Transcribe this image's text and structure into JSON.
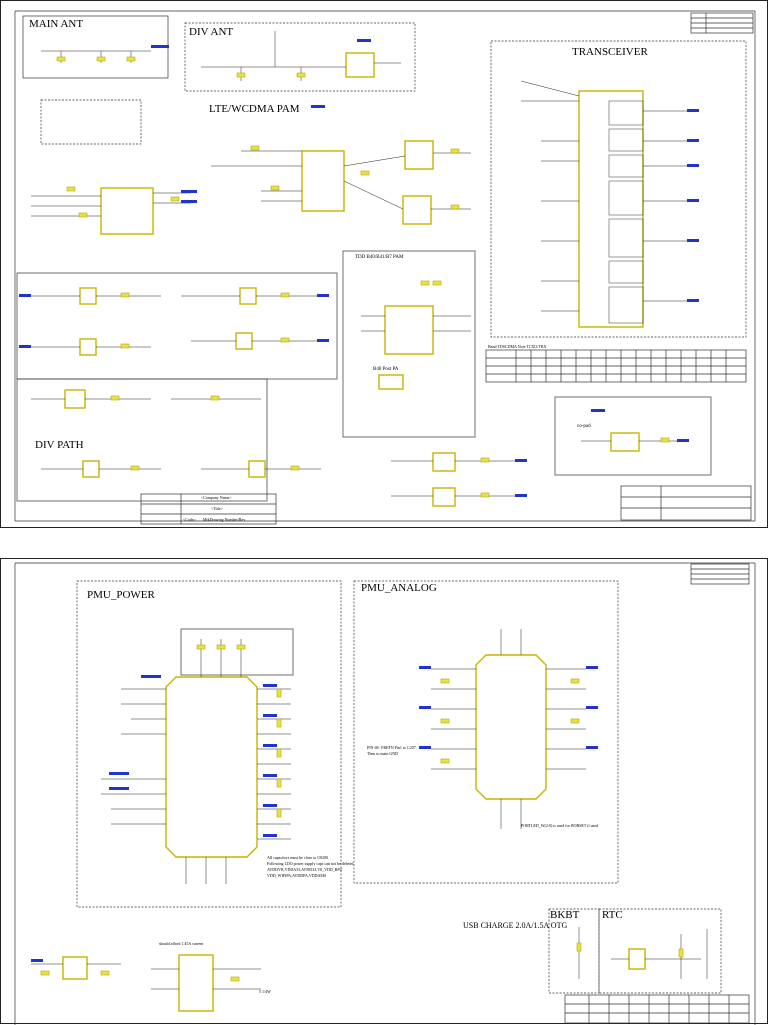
{
  "sheet1": {
    "sections": {
      "main_ant": "MAIN ANT",
      "div_ant": "DIV ANT",
      "lte_wcdma_pam": "LTE/WCDMA PAM",
      "transceiver": "TRANSCEIVER",
      "tdd_pam": "TDD B40/B41/B7 PAM",
      "b40_post_pa": "B40 Post PA",
      "div_path": "DIV PATH",
      "co_pad": "co-pad"
    },
    "table_title": "Band TDSCDMA Note TCXO/TRX",
    "title_block": {
      "company": "<Company Name>",
      "title": "<Title>",
      "code": "<Code>",
      "drawing": "MtkDrawing Number/Rev"
    }
  },
  "sheet2": {
    "sections": {
      "pmu_power": "PMU_POWER",
      "pmu_analog": "PMU_ANALOG",
      "bkbt": "BKBT",
      "rtc": "RTC",
      "usb_charge": "USB CHARGE 2.0A/1.5A OTG"
    },
    "notes": {
      "cap_note_1": "All capacitors must be close to U8200",
      "cap_note_2": "Following LDO power supply caps can not be deleted",
      "cap_note_3": "AVDDVB,VDDA33,AVDD33,V8_VDD_RF0",
      "cap_note_4": "VDD_WIFIPA,AVDDPA,VDDAMS",
      "vrefn_note_1": "PIN 68: VREFN Pin1 to C207",
      "vrefn_note_2": "Then to main GND",
      "rtc_note": "PORTLED_W(2:0) is used for BOBSET if used",
      "current_note": "should afford 1.45A current",
      "res_note": "5 1/4W"
    }
  }
}
